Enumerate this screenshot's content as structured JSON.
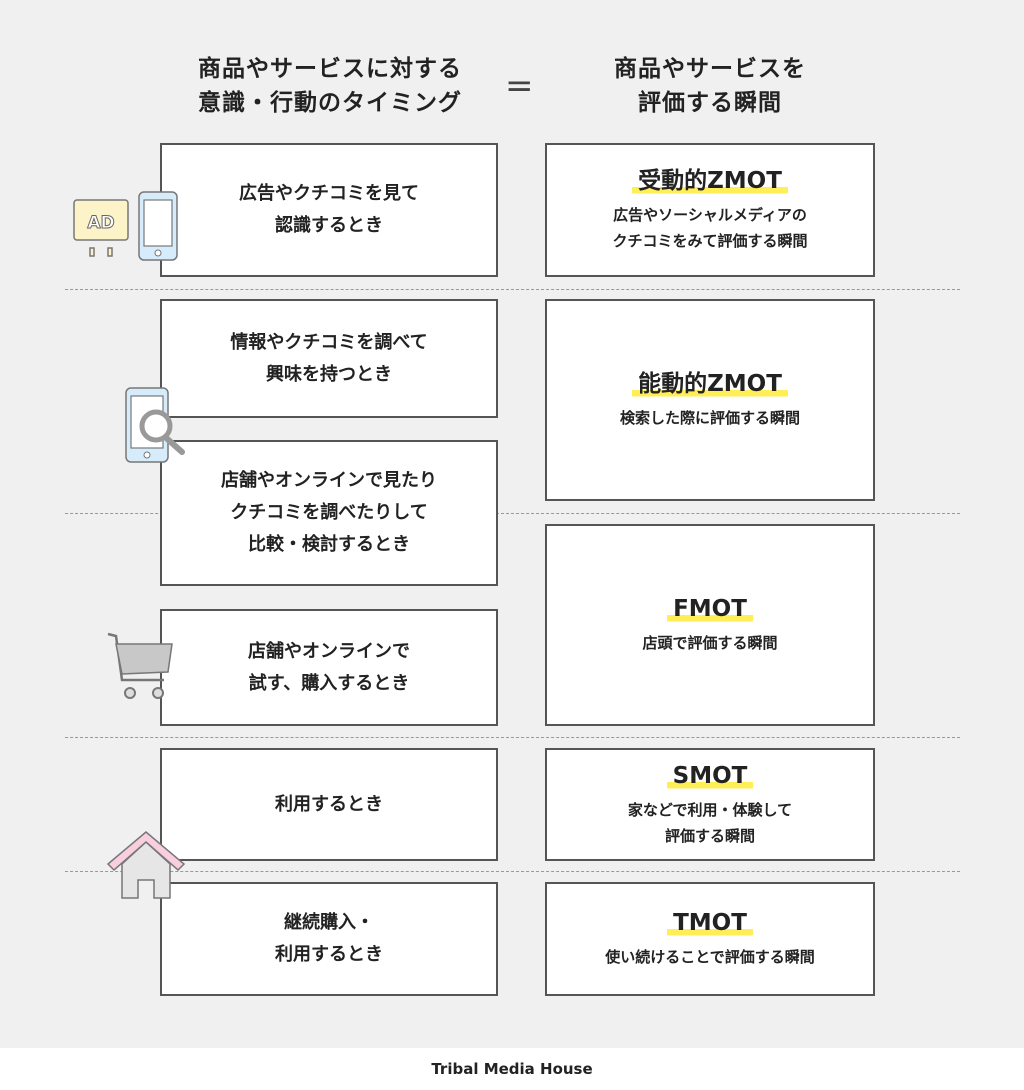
{
  "header": {
    "left_line1": "商品やサービスに対する",
    "left_line2": "意識・行動のタイミング",
    "equals": "=",
    "right_line1": "商品やサービスを",
    "right_line2": "評価する瞬間"
  },
  "left": [
    {
      "l1": "広告やクチコミを見て",
      "l2": "認識するとき"
    },
    {
      "l1": "情報やクチコミを調べて",
      "l2": "興味を持つとき"
    },
    {
      "l1": "店舗やオンラインで見たり",
      "l2": "クチコミを調べたりして",
      "l3": "比較・検討するとき"
    },
    {
      "l1": "店舗やオンラインで",
      "l2": "試す、購入するとき"
    },
    {
      "l1": "利用するとき"
    },
    {
      "l1": "継続購入・",
      "l2": "利用するとき"
    }
  ],
  "right": [
    {
      "title": "受動的ZMOT",
      "d1": "広告やソーシャルメディアの",
      "d2": "クチコミをみて評価する瞬間"
    },
    {
      "title": "能動的ZMOT",
      "d1": "検索した際に評価する瞬間"
    },
    {
      "title": "FMOT",
      "d1": "店頭で評価する瞬間"
    },
    {
      "title": "SMOT",
      "d1": "家などで利用・体験して",
      "d2": "評価する瞬間"
    },
    {
      "title": "TMOT",
      "d1": "使い続けることで評価する瞬間"
    }
  ],
  "icons": {
    "ad_sign": "AD"
  },
  "footer": "Tribal Media House",
  "colors": {
    "highlight": "#ffee55",
    "phone": "#d6ecfb",
    "sign": "#fdf3c8",
    "roof": "#f9cfe0"
  }
}
